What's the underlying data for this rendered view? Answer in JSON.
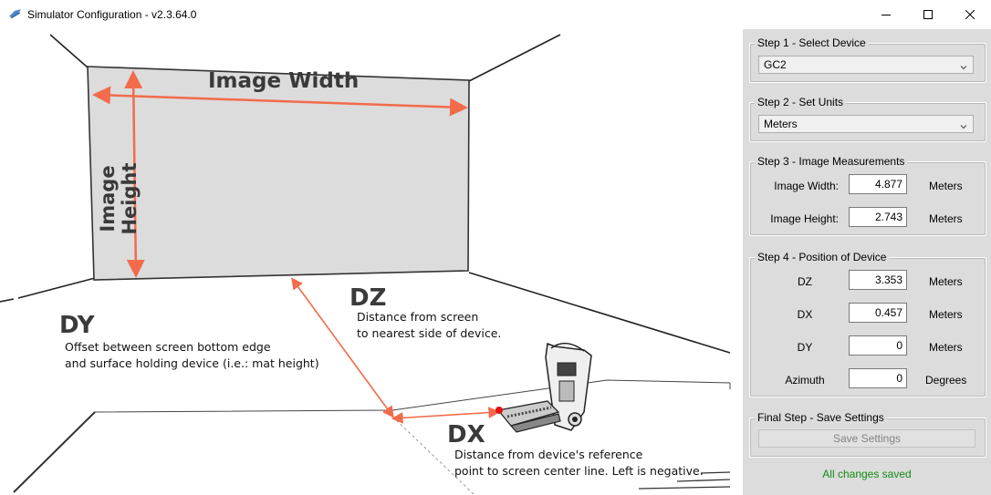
{
  "window": {
    "title": "Simulator Configuration - v2.3.64.0",
    "minimize_icon": "minimize-icon",
    "maximize_icon": "maximize-icon",
    "close_icon": "close-icon"
  },
  "illustration": {
    "image_width_label": "Image Width",
    "image_height_label": "Image Height",
    "dz_label": "DZ",
    "dz_desc_line1": "Distance from screen",
    "dz_desc_line2": "to nearest side of device.",
    "dy_label": "DY",
    "dy_desc_line1": "Offset between screen bottom edge",
    "dy_desc_line2": "and surface holding device (i.e.: mat height)",
    "dx_label": "DX",
    "dx_desc_line1": "Distance from device's reference",
    "dx_desc_line2": "point to screen center line. Left is negative.",
    "accent_color": "#f26b4b"
  },
  "step1": {
    "title": "Step 1 - Select Device",
    "device": "GC2"
  },
  "step2": {
    "title": "Step 2 - Set Units",
    "units": "Meters"
  },
  "step3": {
    "title": "Step 3 - Image Measurements",
    "image_width_label": "Image Width:",
    "image_width_value": "4.877",
    "image_width_unit": "Meters",
    "image_height_label": "Image Height:",
    "image_height_value": "2.743",
    "image_height_unit": "Meters"
  },
  "step4": {
    "title": "Step 4 - Position of Device",
    "dz_label": "DZ",
    "dz_value": "3.353",
    "dz_unit": "Meters",
    "dx_label": "DX",
    "dx_value": "0.457",
    "dx_unit": "Meters",
    "dy_label": "DY",
    "dy_value": "0",
    "dy_unit": "Meters",
    "azimuth_label": "Azimuth",
    "azimuth_value": "0",
    "azimuth_unit": "Degrees"
  },
  "final": {
    "title": "Final Step - Save Settings",
    "save_label": "Save Settings",
    "status": "All changes saved",
    "status_color": "#138a13"
  }
}
